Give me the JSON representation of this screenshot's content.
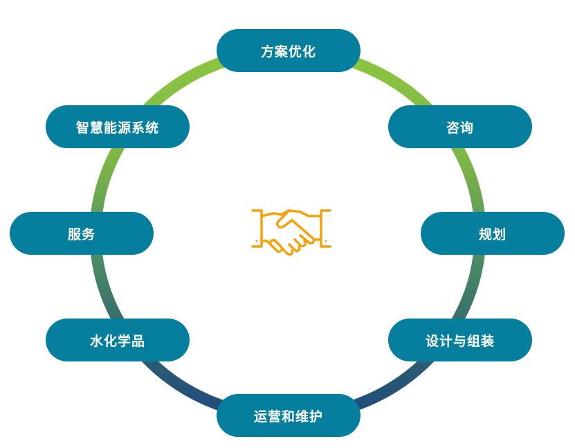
{
  "diagram": {
    "nodes": [
      {
        "id": "top",
        "label": "方案优化"
      },
      {
        "id": "upper-right",
        "label": "咨询"
      },
      {
        "id": "right",
        "label": "规划"
      },
      {
        "id": "lower-right",
        "label": "设计与组装"
      },
      {
        "id": "bottom",
        "label": "运营和维护"
      },
      {
        "id": "lower-left",
        "label": "水化学品"
      },
      {
        "id": "left",
        "label": "服务"
      },
      {
        "id": "upper-left",
        "label": "智慧能源系统"
      }
    ],
    "center_icon": "handshake-icon",
    "colors": {
      "node_fill": "#067f9e",
      "node_text": "#ffffff",
      "ring_top": "#8dc63f",
      "ring_middle": "#4e8f63",
      "ring_bottom": "#1f4a7a",
      "icon": "#f2a20c"
    }
  }
}
